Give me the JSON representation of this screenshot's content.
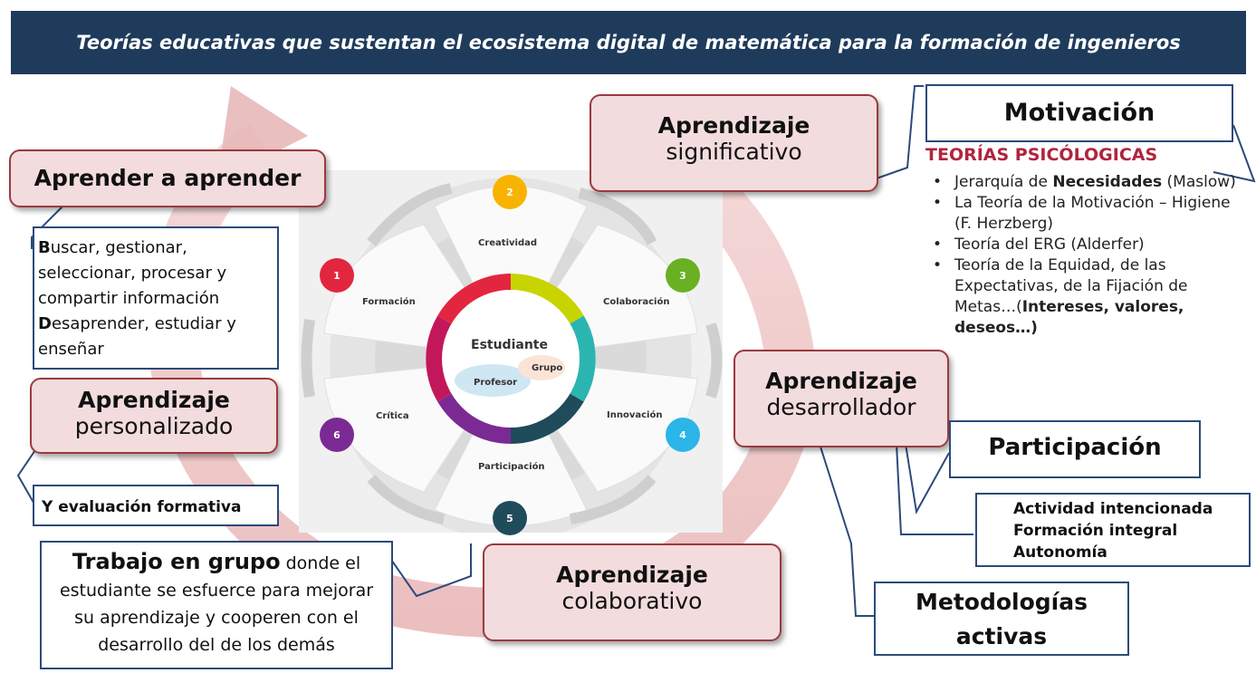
{
  "title": "Teorías educativas que sustentan el ecosistema digital de matemática para la formación de ingenieros",
  "boxes": {
    "aprender_title": "Aprender a aprender",
    "aprender_line1_b": "B",
    "aprender_line1": "uscar, gestionar,",
    "aprender_line2": "seleccionar, procesar y",
    "aprender_line3": "compartir información",
    "aprender_line4_b": "D",
    "aprender_line4": "esaprender, estudiar y",
    "aprender_line5": "enseñar",
    "personalizado_1": "Aprendizaje",
    "personalizado_2": "personalizado",
    "evaluacion": "Y evaluación formativa",
    "trabajo_bold": "Trabajo en grupo",
    "trabajo_1": " donde el",
    "trabajo_2": "estudiante se esfuerce para mejorar",
    "trabajo_3": "su aprendizaje y cooperen con el",
    "trabajo_4": "desarrollo del de los demás",
    "significativo_1": "Aprendizaje",
    "significativo_2": "significativo",
    "colaborativo_1": "Aprendizaje",
    "colaborativo_2": "colaborativo",
    "desarrollador_1": "Aprendizaje",
    "desarrollador_2": "desarrollador",
    "motivacion": "Motivación",
    "teorias_heading": "TEORÍAS PSICÓLOGICAS",
    "participacion": "Participación",
    "actividad_1": "Actividad intencionada",
    "actividad_2": "Formación integral",
    "actividad_3": "Autonomía",
    "metodologias_1": "Metodologías",
    "metodologias_2": "activas"
  },
  "theories": [
    {
      "pre": "Jerarquía de ",
      "bold": "Necesidades",
      "post": " (Maslow)"
    },
    {
      "pre": " La Teoría de la Motivación – Higiene (F. Herzberg)",
      "bold": "",
      "post": ""
    },
    {
      "pre": "Teoría del ERG (Alderfer)",
      "bold": "",
      "post": ""
    },
    {
      "pre": "Teoría de la Equidad, de las Expectativas, de la Fijación de Metas…(",
      "bold": "Intereses, valores, deseos…)",
      "post": ""
    }
  ],
  "wheel": {
    "center": "Estudiante",
    "profesor": "Profesor",
    "grupo": "Grupo",
    "petals": [
      {
        "num": "1",
        "label": "Formación",
        "color": "#e3263f"
      },
      {
        "num": "2",
        "label": "Creatividad",
        "color": "#f8b300"
      },
      {
        "num": "3",
        "label": "Colaboración",
        "color": "#6ab023"
      },
      {
        "num": "4",
        "label": "Innovación",
        "color": "#2bb5e8"
      },
      {
        "num": "5",
        "label": "Participación",
        "color": "#1f4b5a"
      },
      {
        "num": "6",
        "label": "Crítica",
        "color": "#7b2a93"
      }
    ]
  }
}
